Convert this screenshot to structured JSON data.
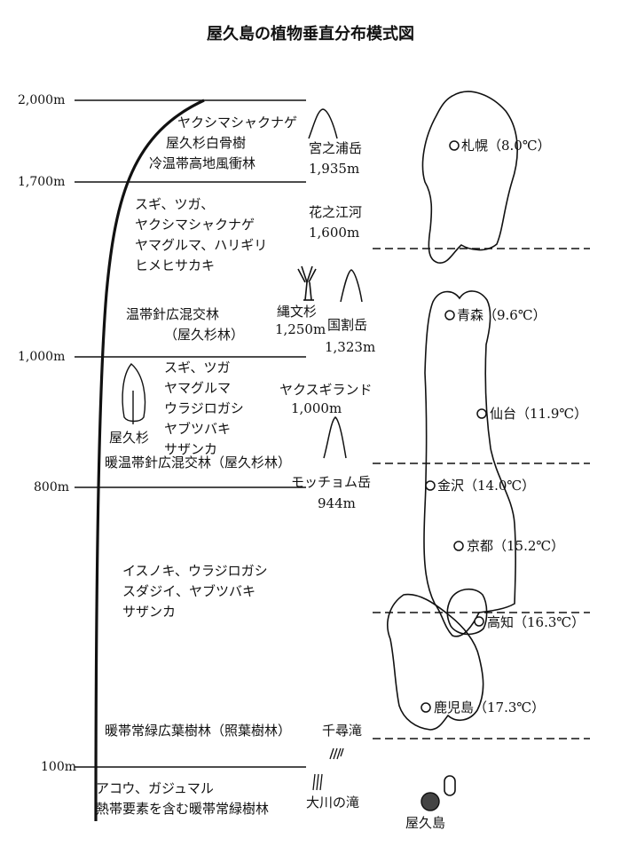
{
  "title": "屋久島の植物垂直分布模式図",
  "altitudes": {
    "a2000": "2,000m",
    "a1700": "1,700m",
    "a1000": "1,000m",
    "a800": "800m",
    "a100": "100m"
  },
  "zones": {
    "subalpine": [
      "ヤクシマシャクナゲ",
      "屋久杉白骨樹",
      "冷温帯高地風衝林"
    ],
    "montane_species": [
      "スギ、ツガ、",
      "ヤクシマシャクナゲ",
      "ヤマグルマ、ハリギリ",
      "ヒメヒサカキ"
    ],
    "mixed_forest": [
      "温帯針広混交林",
      "（屋久杉林）"
    ],
    "warm_species": [
      "スギ、ツガ",
      "ヤマグルマ",
      "ウラジロガシ",
      "ヤブツバキ",
      "サザンカ"
    ],
    "yakusugi_label": "屋久杉",
    "warm_mixed_forest": "暖温帯針広混交林（屋久杉林）",
    "lowland_species": [
      "イスノキ、ウラジロガシ",
      "スダジイ、ヤブツバキ",
      "サザンカ"
    ],
    "laurel_forest": "暖帯常緑広葉樹林（照葉樹林）",
    "coastal": [
      "アコウ、ガジュマル",
      "熱帯要素を含む暖帯常緑樹林"
    ]
  },
  "places": {
    "miyanoura_name": "宮之浦岳",
    "miyanoura_alt": "1,935m",
    "hananoego_name": "花之江河",
    "hananoego_alt": "1,600m",
    "jomonsugi_name": "縄文杉",
    "jomonsugi_alt": "1,250m",
    "kokuwari_name": "国割岳",
    "kokuwari_alt": "1,323m",
    "yakusugiland_name": "ヤクスギランド",
    "yakusugiland_alt": "1,000m",
    "mocchomu_name": "モッチョム岳",
    "mocchomu_alt": "944m",
    "senpiro": "千尋滝",
    "ookawa": "大川の滝",
    "yakushima": "屋久島"
  },
  "cities": {
    "sapporo": "札幌（8.0℃）",
    "aomori": "青森（9.6℃）",
    "sendai": "仙台（11.9℃）",
    "kanazawa": "金沢（14.0℃）",
    "kyoto": "京都（15.2℃）",
    "kochi": "高知（16.3℃）",
    "kagoshima": "鹿児島（17.3℃）"
  }
}
